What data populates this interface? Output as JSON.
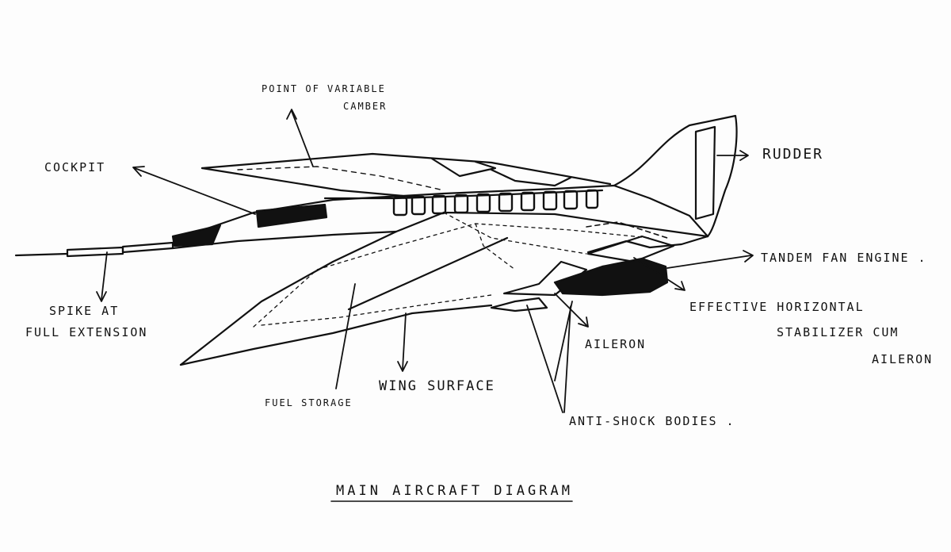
{
  "diagram": {
    "caption": "MAIN AIRCRAFT DIAGRAM",
    "labels": {
      "camber_line1": "POINT OF VARIABLE",
      "camber_line2": "CAMBER",
      "cockpit": "COCKPIT",
      "rudder": "RUDDER",
      "tandem_fan_engine": "TANDEM FAN ENGINE .",
      "spike_line1": "SPIKE AT",
      "spike_line2": "FULL EXTENSION",
      "stabilizer_line1": "EFFECTIVE HORIZONTAL",
      "stabilizer_line2": "STABILIZER CUM",
      "stabilizer_line3": "AILERON",
      "aileron": "AILERON",
      "wing_surface": "WING SURFACE",
      "fuel_storage": "FUEL STORAGE",
      "anti_shock_bodies": "ANTI-SHOCK BODIES ."
    }
  },
  "colors": {
    "ink": "#111111",
    "paper": "#fdfdfd"
  }
}
